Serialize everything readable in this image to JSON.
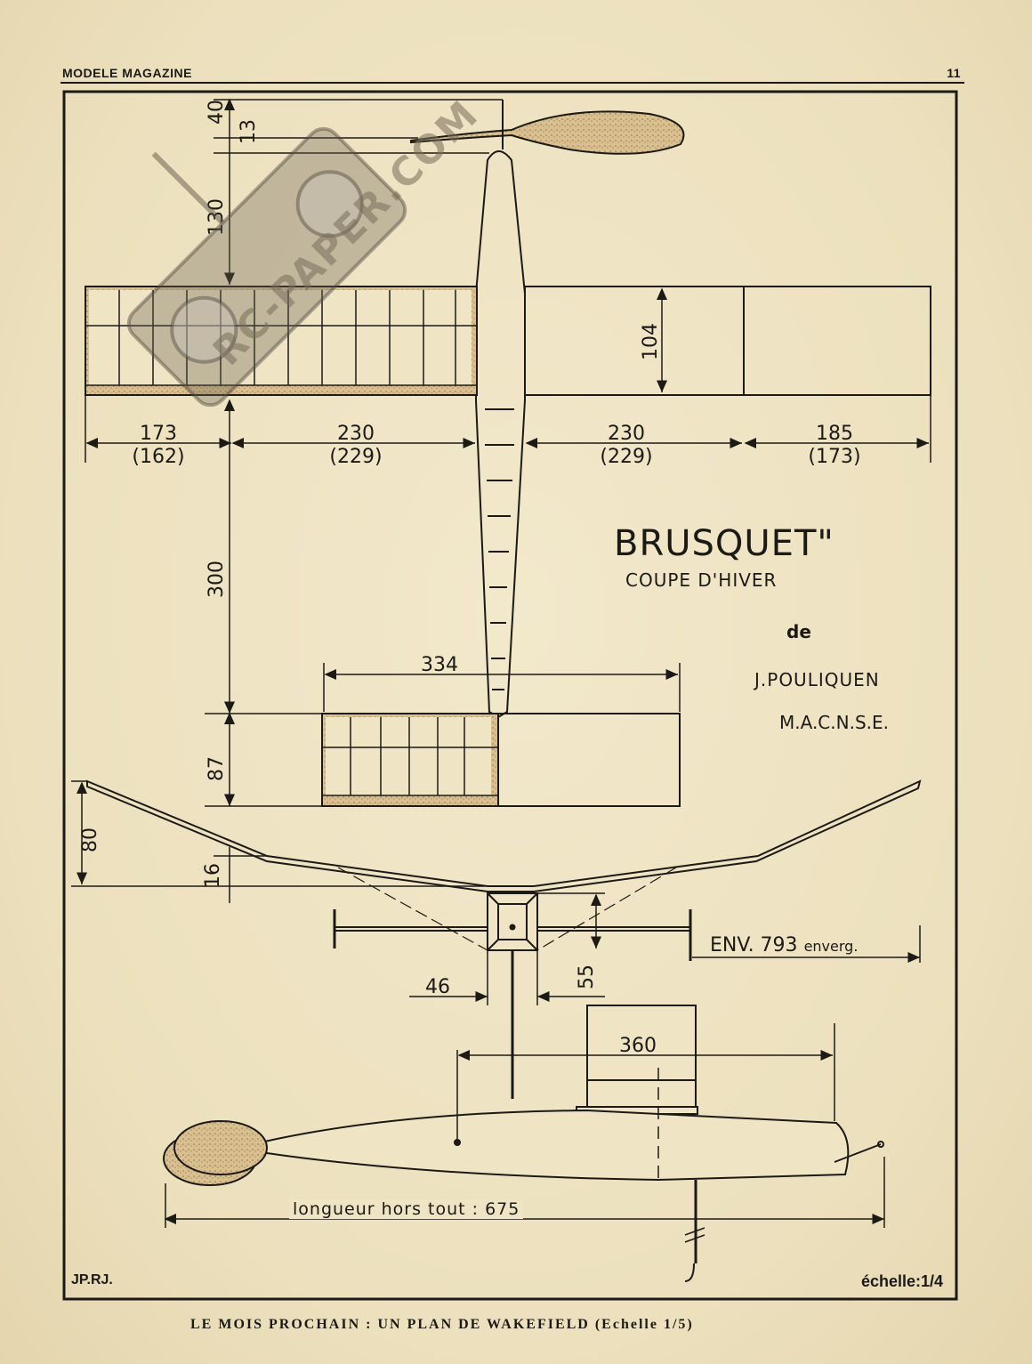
{
  "header": {
    "magazine": "MODELE MAGAZINE",
    "page_number": "11"
  },
  "title": {
    "name": "BRUSQUET\"",
    "subtitle": "COUPE D'HIVER",
    "by": "de",
    "author": "J.POULIQUEN",
    "club": "M.A.C.N.S.E."
  },
  "dimensions": {
    "d40": "40",
    "d13": "13",
    "d130": "130",
    "d104": "104",
    "wing_seg1": "173",
    "wing_seg1_alt": "(162)",
    "wing_seg2": "230",
    "wing_seg2_alt": "(229)",
    "wing_seg3": "230",
    "wing_seg3_alt": "(229)",
    "wing_seg4": "185",
    "wing_seg4_alt": "(173)",
    "d300": "300",
    "d334": "334",
    "d87": "87",
    "d80": "80",
    "d16": "16",
    "d46": "46",
    "d55": "55",
    "d360": "360"
  },
  "span": {
    "label": "ENV. 793",
    "suffix": "enverg."
  },
  "length": {
    "label": "longueur hors  tout : 675"
  },
  "signature": "JP.RJ.",
  "scale": "échelle:1/4",
  "footer": "LE MOIS PROCHAIN : UN PLAN DE WAKEFIELD (Echelle 1/5)",
  "watermark": "RC-PAPER.COM",
  "colors": {
    "paper": "#efe4c4",
    "ink": "#1c1a16",
    "wood": "#d9c08e"
  }
}
